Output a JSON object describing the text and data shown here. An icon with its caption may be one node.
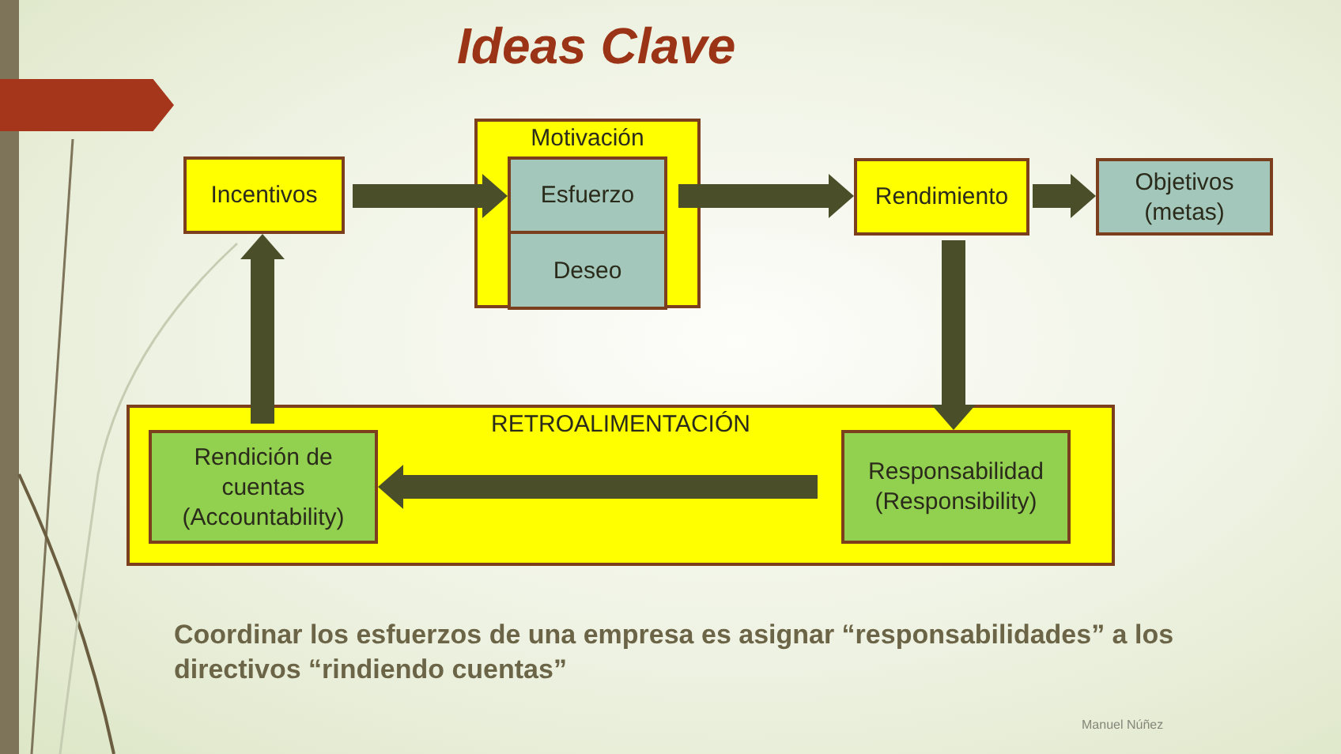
{
  "diagram": {
    "title": "Ideas Clave",
    "caption": "Coordinar los esfuerzos de una empresa es asignar “responsabilidades” a los directivos “rindiendo cuentas”",
    "nodes": [
      {
        "text": [],
        "shape": "pentagon"
      },
      {
        "text": [
          "Incentivos"
        ]
      },
      {
        "text": [
          "Motivación"
        ]
      },
      {
        "text": [
          "Esfuerzo"
        ],
        "in": 2
      },
      {
        "text": [
          "Deseo"
        ],
        "in": 2
      },
      {
        "text": [
          "Rendimiento"
        ]
      },
      {
        "text": [
          "Objetivos (metas)"
        ]
      },
      {
        "text": [
          "RETROALIMENTACIÓN"
        ]
      },
      {
        "text": [
          "Rendición de cuentas (Accountability)"
        ],
        "in": 7
      },
      {
        "text": [
          "Responsabilidad (Responsibility)"
        ],
        "in": 7
      }
    ],
    "edges": [
      {
        "from": 1,
        "to": 3,
        "arrow": "to"
      },
      {
        "from": 3,
        "to": 5,
        "arrow": "to"
      },
      {
        "from": 5,
        "to": 6,
        "arrow": "to"
      },
      {
        "from": 5,
        "to": 9,
        "arrow": "to"
      },
      {
        "from": 9,
        "to": 8,
        "arrow": "to"
      },
      {
        "from": 8,
        "to": 1,
        "arrow": "to"
      }
    ],
    "labels": [
      "Manuel Núñez"
    ]
  }
}
